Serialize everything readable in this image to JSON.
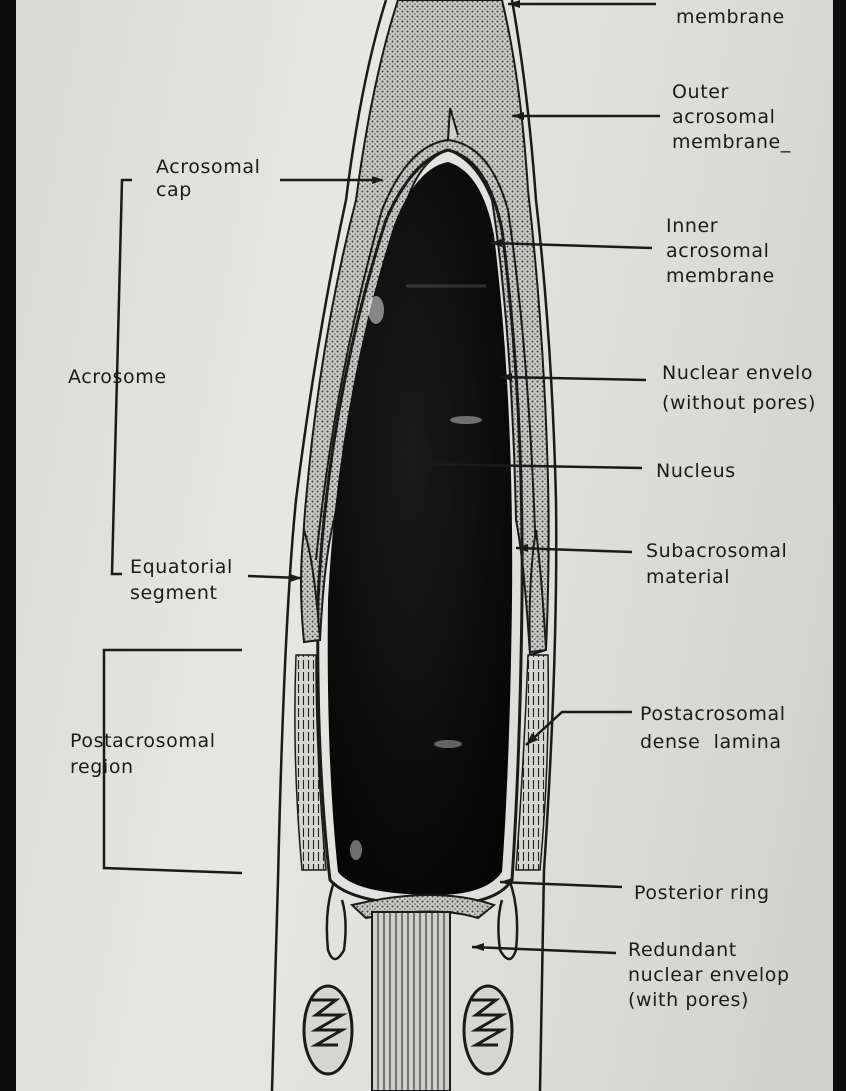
{
  "labels": {
    "plasma_membrane": "membrane",
    "outer_acrosomal": "Outer\nacrosomal\nmembrane_",
    "acrosomal_cap": "Acrosomal\ncap",
    "inner_acrosomal": "Inner\nacrosomal\nmembrane",
    "acrosome": "Acrosome",
    "nuclear_envelope": "Nuclear envelo\n(without pores)",
    "nucleus": "Nucleus",
    "subacrosomal": "Subacrosomal\nmaterial",
    "equatorial": "Equatorial\nsegment",
    "postacrosomal_lamina": "Postacrosomal\ndense  lamina",
    "postacrosomal_region": "Postacrosomal\nregion",
    "posterior_ring": "Posterior ring",
    "redundant_envelope": "Redundant\nnuclear envelop\n(with pores)"
  },
  "colors": {
    "background": "#e2e2de",
    "ink": "#1a1a1a",
    "nucleus": "#0b0b0b",
    "stipple": "#5a5a5a"
  }
}
